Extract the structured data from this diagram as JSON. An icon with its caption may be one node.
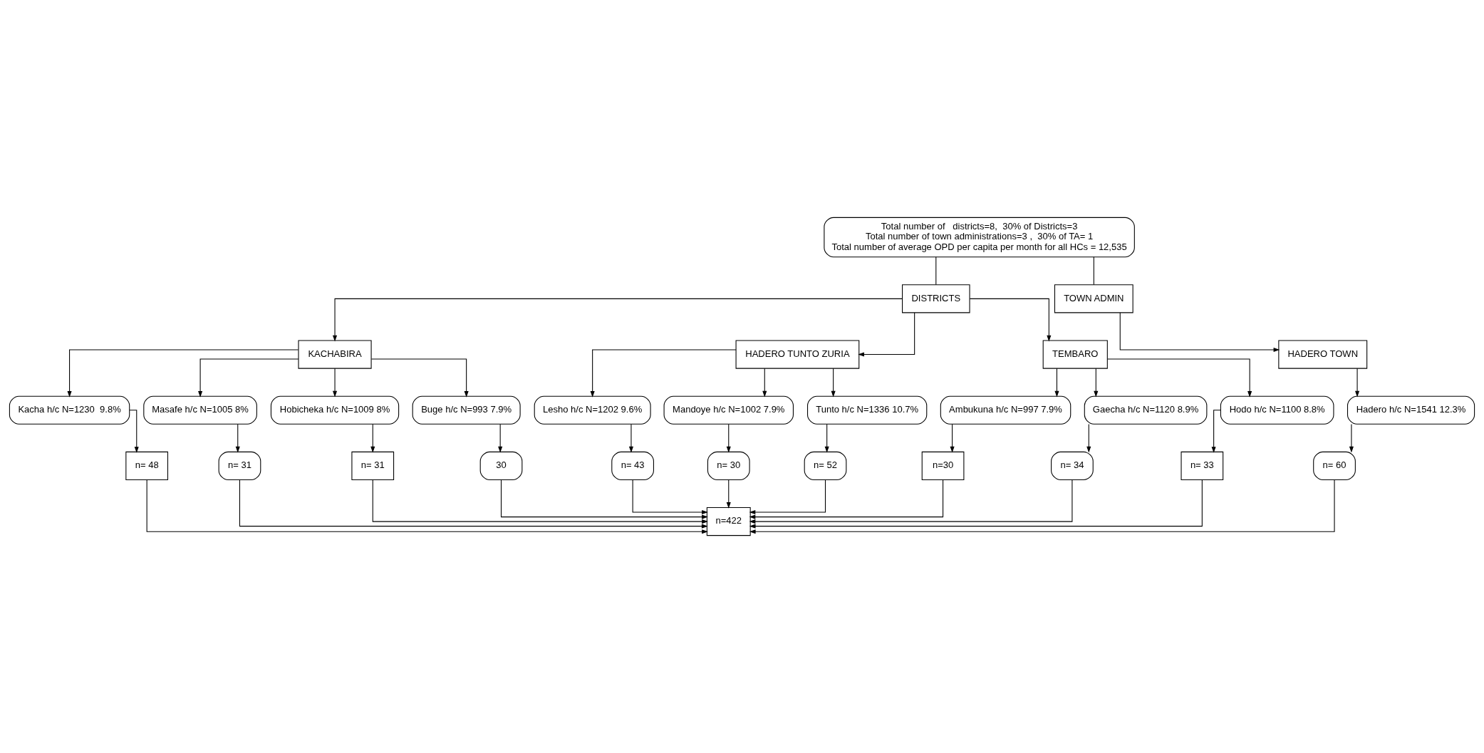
{
  "diagram": {
    "nodes": [
      {
        "text": [
          "Total number of   districts=8,  30% of Districts=3",
          "Total number of town administrations=3 ,  30% of TA= 1",
          "Total number of average OPD per capita per month for all HCs = 12,535"
        ]
      },
      {
        "text": [
          "DISTRICTS"
        ]
      },
      {
        "text": [
          "TOWN ADMIN"
        ]
      },
      {
        "text": [
          "KACHABIRA"
        ]
      },
      {
        "text": [
          "HADERO TUNTO ZURIA"
        ]
      },
      {
        "text": [
          "TEMBARO"
        ]
      },
      {
        "text": [
          "HADERO TOWN"
        ]
      },
      {
        "text": [
          "Kacha h/c N=1230  9.8%"
        ]
      },
      {
        "text": [
          "Masafe h/c N=1005 8%"
        ]
      },
      {
        "text": [
          "Hobicheka h/c N=1009 8%"
        ]
      },
      {
        "text": [
          "Buge h/c N=993 7.9%"
        ]
      },
      {
        "text": [
          "Lesho h/c N=1202 9.6%"
        ]
      },
      {
        "text": [
          "Mandoye h/c N=1002 7.9%"
        ]
      },
      {
        "text": [
          "Tunto h/c N=1336 10.7%"
        ]
      },
      {
        "text": [
          "Ambukuna h/c N=997 7.9%"
        ]
      },
      {
        "text": [
          "Gaecha h/c N=1120 8.9%"
        ]
      },
      {
        "text": [
          "Hodo h/c N=1100 8.8%"
        ]
      },
      {
        "text": [
          "Hadero h/c N=1541 12.3%"
        ]
      },
      {
        "text": [
          "n= 48"
        ]
      },
      {
        "text": [
          "n= 31"
        ]
      },
      {
        "text": [
          "n= 31"
        ]
      },
      {
        "text": [
          "30"
        ]
      },
      {
        "text": [
          "n= 43"
        ]
      },
      {
        "text": [
          "n= 30"
        ]
      },
      {
        "text": [
          "n= 52"
        ]
      },
      {
        "text": [
          "n=30"
        ]
      },
      {
        "text": [
          "n= 34"
        ]
      },
      {
        "text": [
          "n= 33"
        ]
      },
      {
        "text": [
          "n= 60"
        ]
      },
      {
        "text": [
          "n=422"
        ]
      }
    ],
    "edges": [
      {
        "from": 0,
        "to": 1,
        "arrow": "none"
      },
      {
        "from": 0,
        "to": 2,
        "arrow": "none"
      },
      {
        "from": 1,
        "to": 3,
        "arrow": "to"
      },
      {
        "from": 1,
        "to": 4,
        "arrow": "to"
      },
      {
        "from": 1,
        "to": 5,
        "arrow": "to"
      },
      {
        "from": 2,
        "to": 6,
        "arrow": "to"
      },
      {
        "from": 3,
        "to": 7,
        "arrow": "to"
      },
      {
        "from": 3,
        "to": 8,
        "arrow": "to"
      },
      {
        "from": 3,
        "to": 9,
        "arrow": "to"
      },
      {
        "from": 3,
        "to": 10,
        "arrow": "to"
      },
      {
        "from": 4,
        "to": 11,
        "arrow": "to"
      },
      {
        "from": 4,
        "to": 12,
        "arrow": "to"
      },
      {
        "from": 4,
        "to": 13,
        "arrow": "to"
      },
      {
        "from": 5,
        "to": 14,
        "arrow": "to"
      },
      {
        "from": 5,
        "to": 15,
        "arrow": "to"
      },
      {
        "from": 5,
        "to": 16,
        "arrow": "to"
      },
      {
        "from": 6,
        "to": 17,
        "arrow": "to"
      },
      {
        "from": 7,
        "to": 18,
        "arrow": "to"
      },
      {
        "from": 8,
        "to": 19,
        "arrow": "to"
      },
      {
        "from": 9,
        "to": 20,
        "arrow": "to"
      },
      {
        "from": 10,
        "to": 21,
        "arrow": "to"
      },
      {
        "from": 11,
        "to": 22,
        "arrow": "to"
      },
      {
        "from": 12,
        "to": 23,
        "arrow": "to"
      },
      {
        "from": 13,
        "to": 24,
        "arrow": "to"
      },
      {
        "from": 14,
        "to": 25,
        "arrow": "to"
      },
      {
        "from": 15,
        "to": 26,
        "arrow": "to"
      },
      {
        "from": 16,
        "to": 27,
        "arrow": "to"
      },
      {
        "from": 17,
        "to": 28,
        "arrow": "to"
      },
      {
        "from": 18,
        "to": 29,
        "arrow": "to"
      },
      {
        "from": 19,
        "to": 29,
        "arrow": "to"
      },
      {
        "from": 20,
        "to": 29,
        "arrow": "to"
      },
      {
        "from": 21,
        "to": 29,
        "arrow": "to"
      },
      {
        "from": 22,
        "to": 29,
        "arrow": "to"
      },
      {
        "from": 23,
        "to": 29,
        "arrow": "to"
      },
      {
        "from": 24,
        "to": 29,
        "arrow": "to"
      },
      {
        "from": 25,
        "to": 29,
        "arrow": "to"
      },
      {
        "from": 26,
        "to": 29,
        "arrow": "to"
      },
      {
        "from": 27,
        "to": 29,
        "arrow": "to"
      },
      {
        "from": 28,
        "to": 29,
        "arrow": "to"
      }
    ]
  }
}
